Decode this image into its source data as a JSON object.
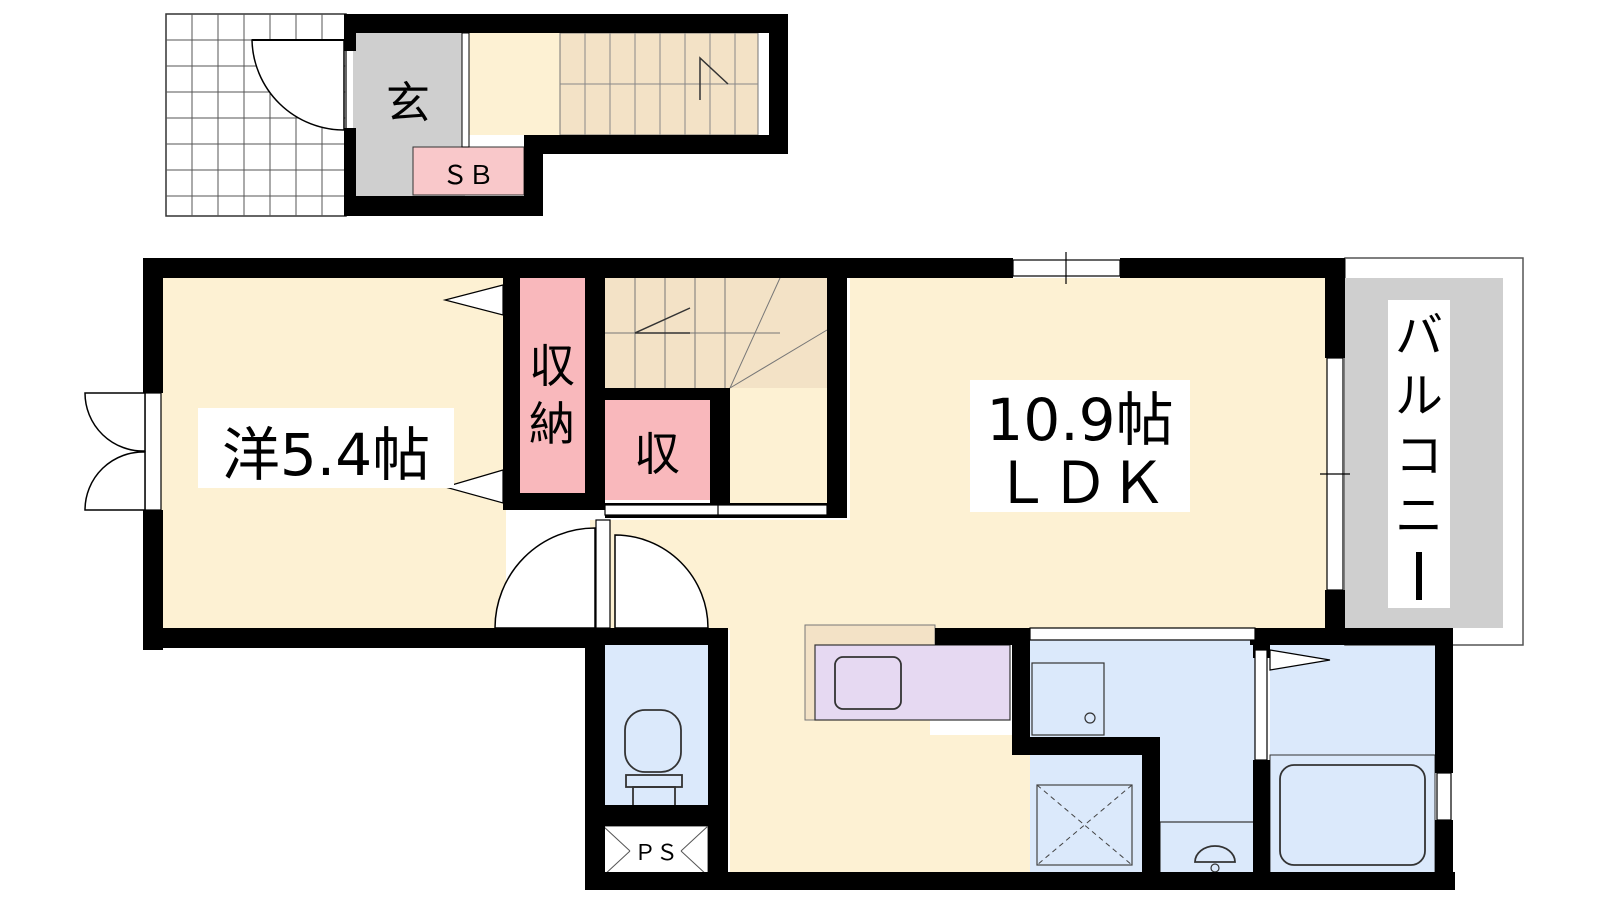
{
  "rooms": {
    "entrance": "玄",
    "shoe_box": "ＳＢ",
    "western_room": "洋5.4帖",
    "closet_label_1": "収",
    "closet_label_2": "納",
    "storage": "収",
    "ldk_size": "10.9帖",
    "ldk_name": "ＬＤＫ",
    "balcony": [
      "バ",
      "ル",
      "コ",
      "ニ",
      "ー"
    ],
    "pipe_space": "ＰＳ"
  },
  "colors": {
    "wall": "#000000",
    "floor_wood": "#fdf1d3",
    "stair_wood": "#f3e2c6",
    "closet_pink": "#f9b8bc",
    "sb_pink": "#f9c8ca",
    "entrance_gray": "#cfcfcf",
    "balcony_gray": "#cfcfcf",
    "wet_blue": "#dbe9fb",
    "kitchen_purple": "#e6d9f2"
  }
}
